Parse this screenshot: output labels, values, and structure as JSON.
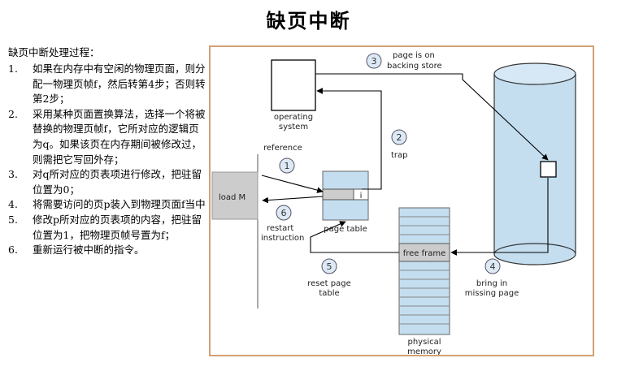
{
  "title": "缺页中断",
  "intro": "缺页中断处理过程：",
  "steps": [
    {
      "num": "1.",
      "text": "如果在内存中有空闲的物理页面，则分配一物理页帧f，然后转第4步；否则转第2步；"
    },
    {
      "num": "2.",
      "text": "采用某种页面置换算法，选择一个将被替换的物理页帧f，它所对应的逻辑页为q。如果该页在内存期间被修改过，则需把它写回外存；"
    },
    {
      "num": "3.",
      "text": "对q所对应的页表项进行修改，把驻留位置为0；"
    },
    {
      "num": "4.",
      "text": "将需要访问的页p装入到物理页面f当中"
    },
    {
      "num": "5.",
      "text": "修改p所对应的页表项的内容，把驻留位置为1，把物理页帧号置为f；"
    },
    {
      "num": "6.",
      "text": "重新运行被中断的指令。"
    }
  ],
  "diagram": {
    "load_m": "load M",
    "operating_system": [
      "operating",
      "system"
    ],
    "reference": "reference",
    "trap": "trap",
    "page_on_backing_store": [
      "page is on",
      "backing store"
    ],
    "page_table": "page table",
    "valid_bit": "i",
    "restart_instruction": [
      "restart",
      "instruction"
    ],
    "reset_page_table": [
      "reset page",
      "table"
    ],
    "free_frame": "free frame",
    "bring_in_missing_page": [
      "bring in",
      "missing page"
    ],
    "physical_memory": [
      "physical",
      "memory"
    ],
    "step_numbers": [
      "1",
      "2",
      "3",
      "4",
      "5",
      "6"
    ]
  },
  "colors": {
    "frame_border": "#d4a073",
    "light_blue": "#c4def0",
    "gray_box": "#cccccc",
    "circle_fill": "#dde9f5"
  }
}
